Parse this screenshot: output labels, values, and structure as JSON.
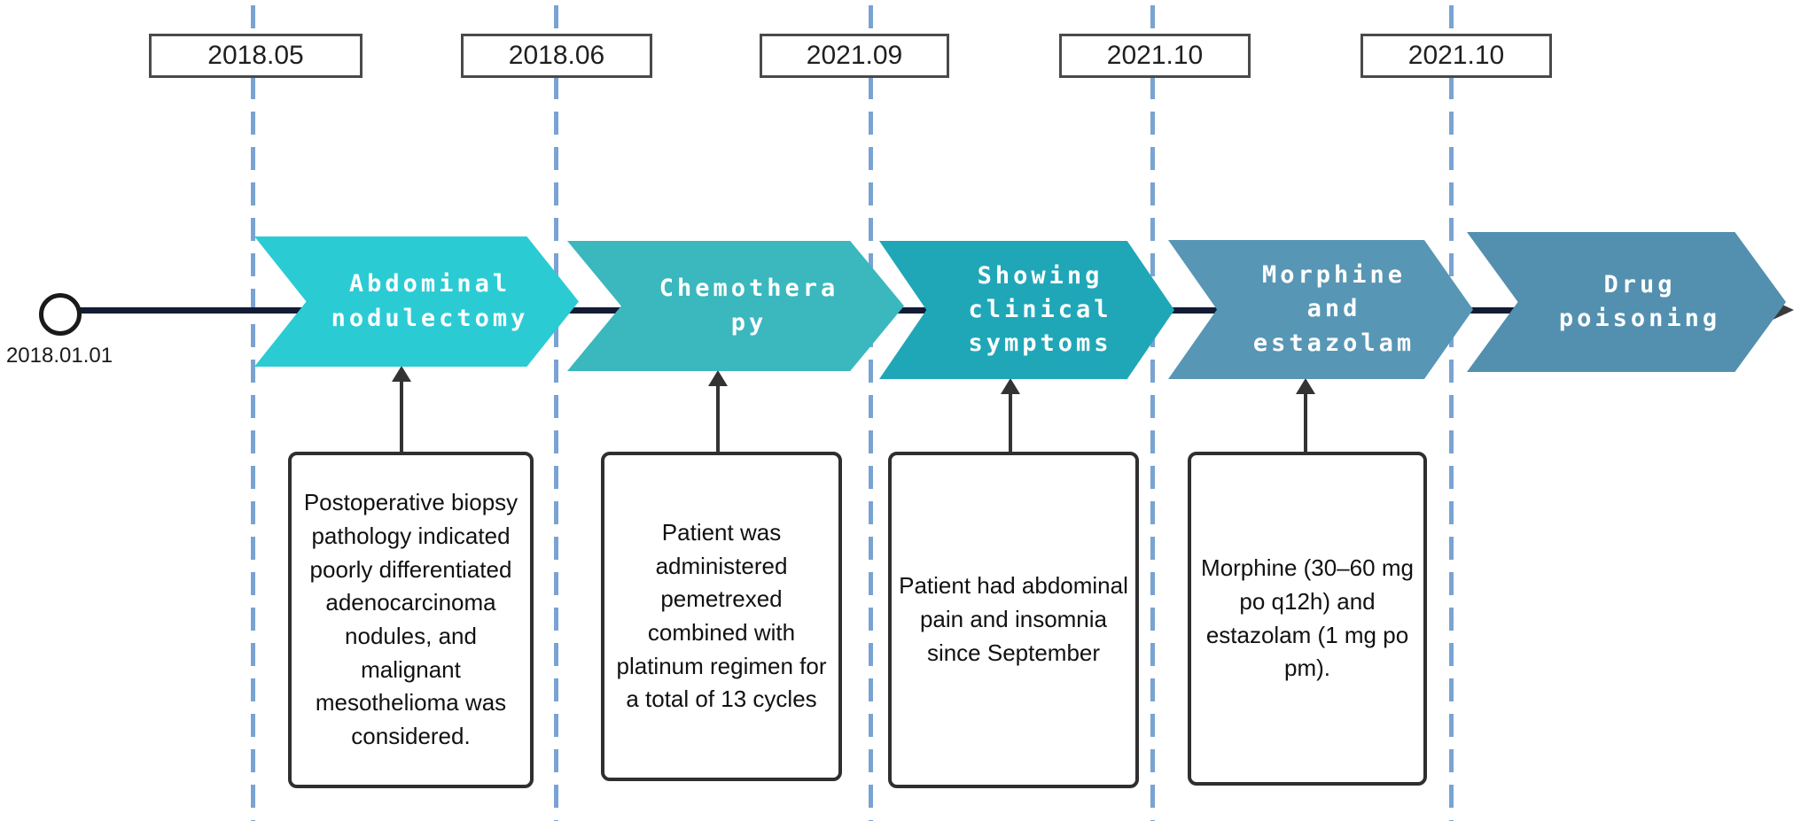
{
  "figure": {
    "type": "timeline-diagram",
    "start_label": "2018.01.01",
    "colors": {
      "dashed_guide_line": "#79A3D2",
      "axis_line": "#131C34",
      "chevron_text": "#ffffff",
      "box_border": "#2f2f2f"
    }
  },
  "events": [
    {
      "date": "2018.05",
      "title": "Abdominal\nnodulectomy",
      "color": "#2BCBD4",
      "description": "Postoperative biopsy pathology indicated poorly differentiated adenocarcinoma nodules, and malignant mesothelioma was considered."
    },
    {
      "date": "2018.06",
      "title": "Chemothera\npy",
      "color": "#3BB7BE",
      "description": "Patient was administered pemetrexed combined with platinum regimen for a total of 13 cycles"
    },
    {
      "date": "2021.09",
      "title": "Showing\nclinical\nsymptoms",
      "color": "#1FA7B8",
      "description": "Patient had abdominal pain and insomnia since September"
    },
    {
      "date": "2021.10",
      "title": "Morphine\nand\nestazolam",
      "color": "#5796B5",
      "description": "Morphine (30–60 mg po q12h) and estazolam (1 mg po pm)."
    },
    {
      "date": "2021.10",
      "title": "Drug\npoisoning",
      "color": "#5390AF",
      "description": ""
    }
  ]
}
